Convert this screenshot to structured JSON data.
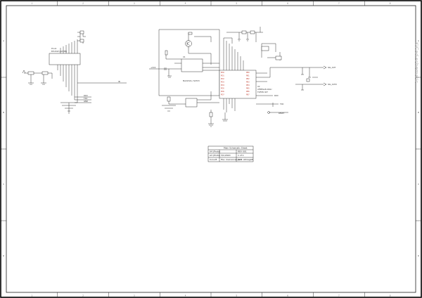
{
  "zones": {
    "columns": [
      "1",
      "2",
      "3",
      "4",
      "5",
      "6",
      "7",
      "8"
    ],
    "rows": [
      "A",
      "B",
      "C",
      "D"
    ]
  },
  "labels": {
    "connector_ref": "P1-A1",
    "connector_sub": "BH-05W (ALT PB)",
    "u1_ref": "U1",
    "u1_name": "MAX232A / SOT23",
    "u2_ref": "U2",
    "u2_name": "ATMEGA8-16AU",
    "u2_sub": "TQFP32 KIT",
    "net_vcc": "+VCC",
    "net_rxd": "RXD",
    "net_txd": "TXD",
    "net_reset": "RESET",
    "net_gnd": "GND",
    "net_in": "IN",
    "out1": "SIG_OUT",
    "out2": "SIG_OUT2",
    "side_text": "KiCad schematic"
  },
  "title_block": {
    "title": "Main Schematic Sheet",
    "rows": [
      [
        "A4 (Proto)",
        "",
        "REV 001"
      ],
      [
        "A3 (Proto)",
        "3/1/2020",
        "1 of 1",
        "REV 002"
      ],
      [
        "Conv.B",
        "File: main.kicad_sch",
        "Part: Atmega8",
        "Schematic Rev 1"
      ]
    ]
  }
}
